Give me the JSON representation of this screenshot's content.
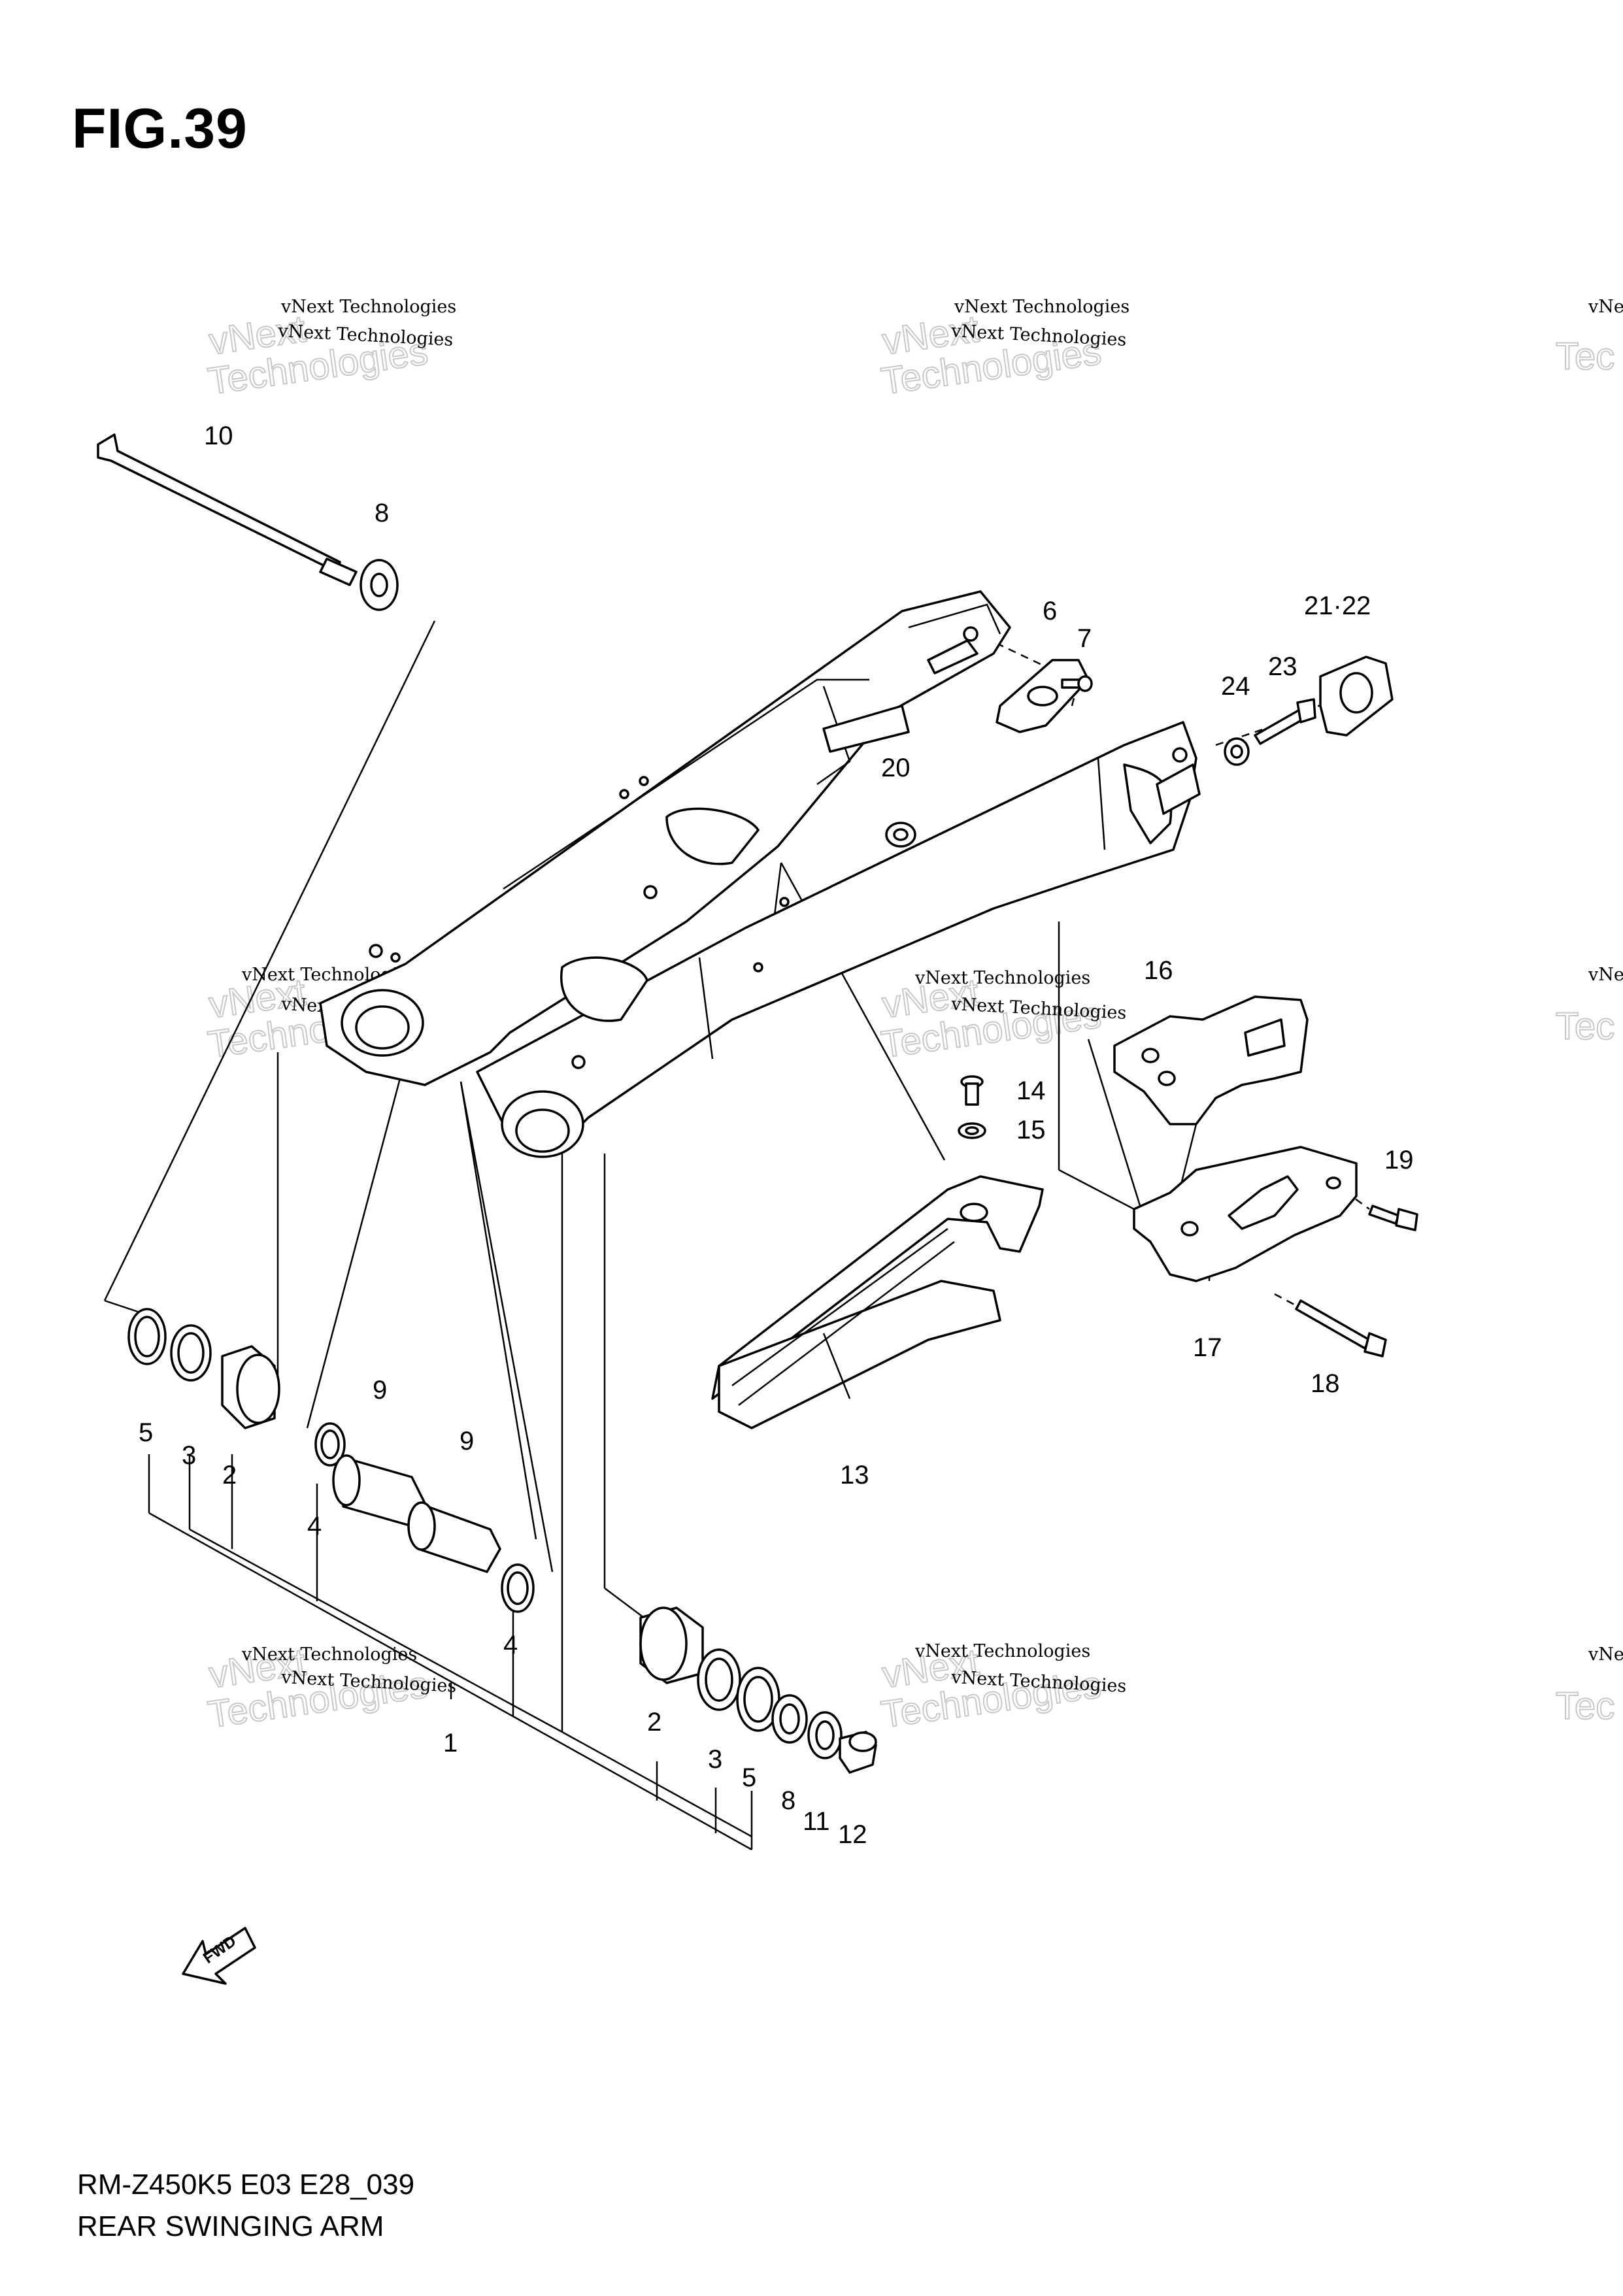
{
  "figure": {
    "title": "FIG.39",
    "model_code": "RM-Z450K5 E03 E28_039",
    "name": "REAR SWINGING ARM",
    "fwd_label": "FWD"
  },
  "watermark": {
    "small": "vNext Technologies",
    "big_line1": "vNext",
    "big_line2": "Technologies",
    "edge_small": "vNe",
    "edge_big": "Tec"
  },
  "callouts": {
    "c10": "10",
    "c8a": "8",
    "c6": "6",
    "c7": "7",
    "c2122": "21·22",
    "c24": "24",
    "c23": "23",
    "c20": "20",
    "c16": "16",
    "c14": "14",
    "c15": "15",
    "c19": "19",
    "c17": "17",
    "c18": "18",
    "c13": "13",
    "c5a": "5",
    "c3a": "3",
    "c2a": "2",
    "c9a": "9",
    "c9b": "9",
    "c4a": "4",
    "c4b": "4",
    "c1": "1",
    "c2b": "2",
    "c3b": "3",
    "c5b": "5",
    "c8b": "8",
    "c11": "11",
    "c12": "12"
  }
}
